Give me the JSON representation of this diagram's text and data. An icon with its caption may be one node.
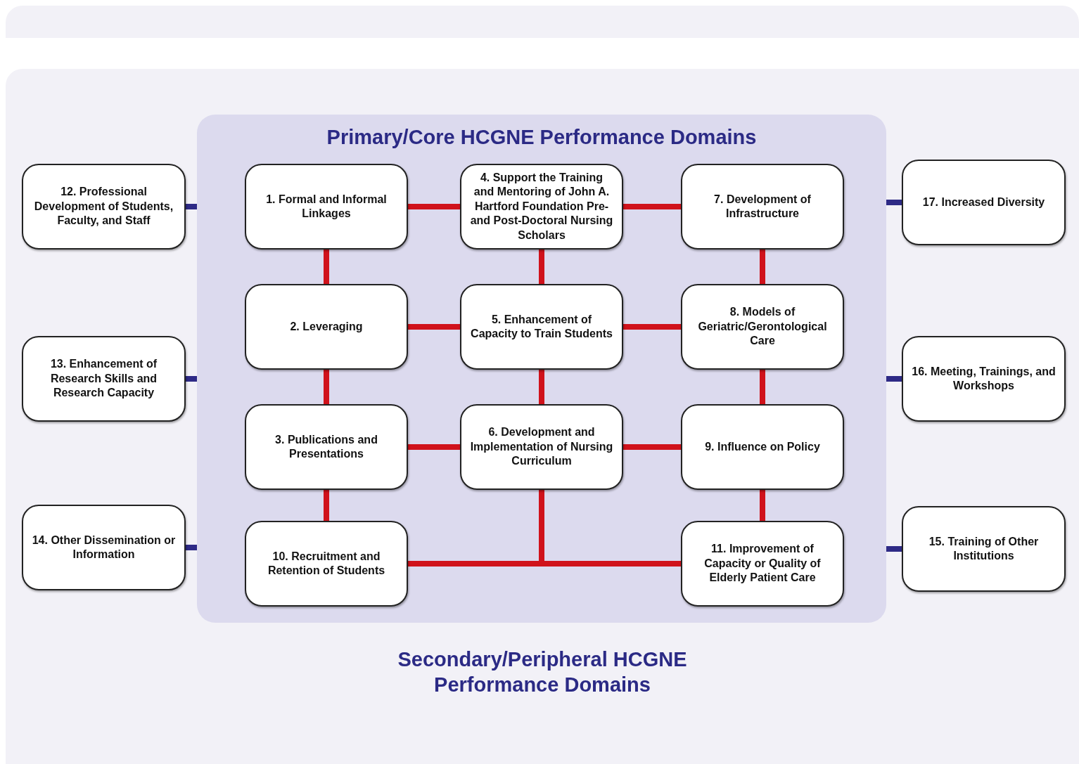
{
  "diagram": {
    "nodes": [
      {
        "text": [
          "Secondary/Peripheral HCGNE Performance Domains"
        ]
      },
      {
        "text": [
          "Primary/Core HCGNE Performance Domains"
        ],
        "in": 0
      },
      {
        "text": [
          "1. Formal and Informal Linkages"
        ],
        "in": 1
      },
      {
        "text": [
          "2. Leveraging"
        ],
        "in": 1
      },
      {
        "text": [
          "3. Publications and Presentations"
        ],
        "in": 1
      },
      {
        "text": [
          "4. Support the Training and Mentoring of John A. Hartford Foundation Pre- and Post-Doctoral Nursing Scholars"
        ],
        "in": 1
      },
      {
        "text": [
          "5. Enhancement of Capacity to Train Students"
        ],
        "in": 1
      },
      {
        "text": [
          "6. Development and Implementation of Nursing Curriculum"
        ],
        "in": 1
      },
      {
        "text": [
          "7. Development of Infrastructure"
        ],
        "in": 1
      },
      {
        "text": [
          "8. Models of Geriatric/Gerontological Care"
        ],
        "in": 1
      },
      {
        "text": [
          "9. Influence on Policy"
        ],
        "in": 1
      },
      {
        "text": [
          "10. Recruitment and Retention of Students"
        ],
        "in": 1
      },
      {
        "text": [
          "11. Improvement of Capacity or Quality of Elderly Patient Care"
        ],
        "in": 1
      },
      {
        "text": [
          "12. Professional Development of Students, Faculty, and Staff"
        ],
        "in": 0
      },
      {
        "text": [
          "13. Enhancement of Research Skills and Research Capacity"
        ],
        "in": 0
      },
      {
        "text": [
          "14. Other Dissemination or Information"
        ],
        "in": 0
      },
      {
        "text": [
          "15. Training of Other Institutions"
        ],
        "in": 0
      },
      {
        "text": [
          "16. Meeting, Trainings, and Workshops"
        ],
        "in": 0
      },
      {
        "text": [
          "17. Increased Diversity"
        ],
        "in": 0
      }
    ],
    "edges": [
      {
        "from": 2,
        "to": 5,
        "arrow": "none"
      },
      {
        "from": 5,
        "to": 8,
        "arrow": "none"
      },
      {
        "from": 2,
        "to": 3,
        "arrow": "none"
      },
      {
        "from": 5,
        "to": 6,
        "arrow": "none"
      },
      {
        "from": 8,
        "to": 9,
        "arrow": "none"
      },
      {
        "from": 3,
        "to": 6,
        "arrow": "none"
      },
      {
        "from": 6,
        "to": 9,
        "arrow": "none"
      },
      {
        "from": 3,
        "to": 4,
        "arrow": "none"
      },
      {
        "from": 6,
        "to": 7,
        "arrow": "none"
      },
      {
        "from": 9,
        "to": 10,
        "arrow": "none"
      },
      {
        "from": 4,
        "to": 7,
        "arrow": "none"
      },
      {
        "from": 7,
        "to": 10,
        "arrow": "none"
      },
      {
        "from": 4,
        "to": 11,
        "arrow": "none"
      },
      {
        "from": 10,
        "to": 12,
        "arrow": "none"
      },
      {
        "from": 11,
        "to": 12,
        "arrow": "none"
      },
      {
        "from": 7,
        "to": 11,
        "arrow": "none"
      },
      {
        "from": 7,
        "to": 12,
        "arrow": "none"
      },
      {
        "from": 13,
        "to": 1,
        "arrow": "none",
        "color": "#2e2a86"
      },
      {
        "from": 14,
        "to": 1,
        "arrow": "none",
        "color": "#2e2a86"
      },
      {
        "from": 15,
        "to": 1,
        "arrow": "none",
        "color": "#2e2a86"
      },
      {
        "from": 18,
        "to": 1,
        "arrow": "none",
        "color": "#2e2a86"
      },
      {
        "from": 17,
        "to": 1,
        "arrow": "none",
        "color": "#2e2a86"
      },
      {
        "from": 16,
        "to": 1,
        "arrow": "none",
        "color": "#2e2a86"
      }
    ]
  }
}
